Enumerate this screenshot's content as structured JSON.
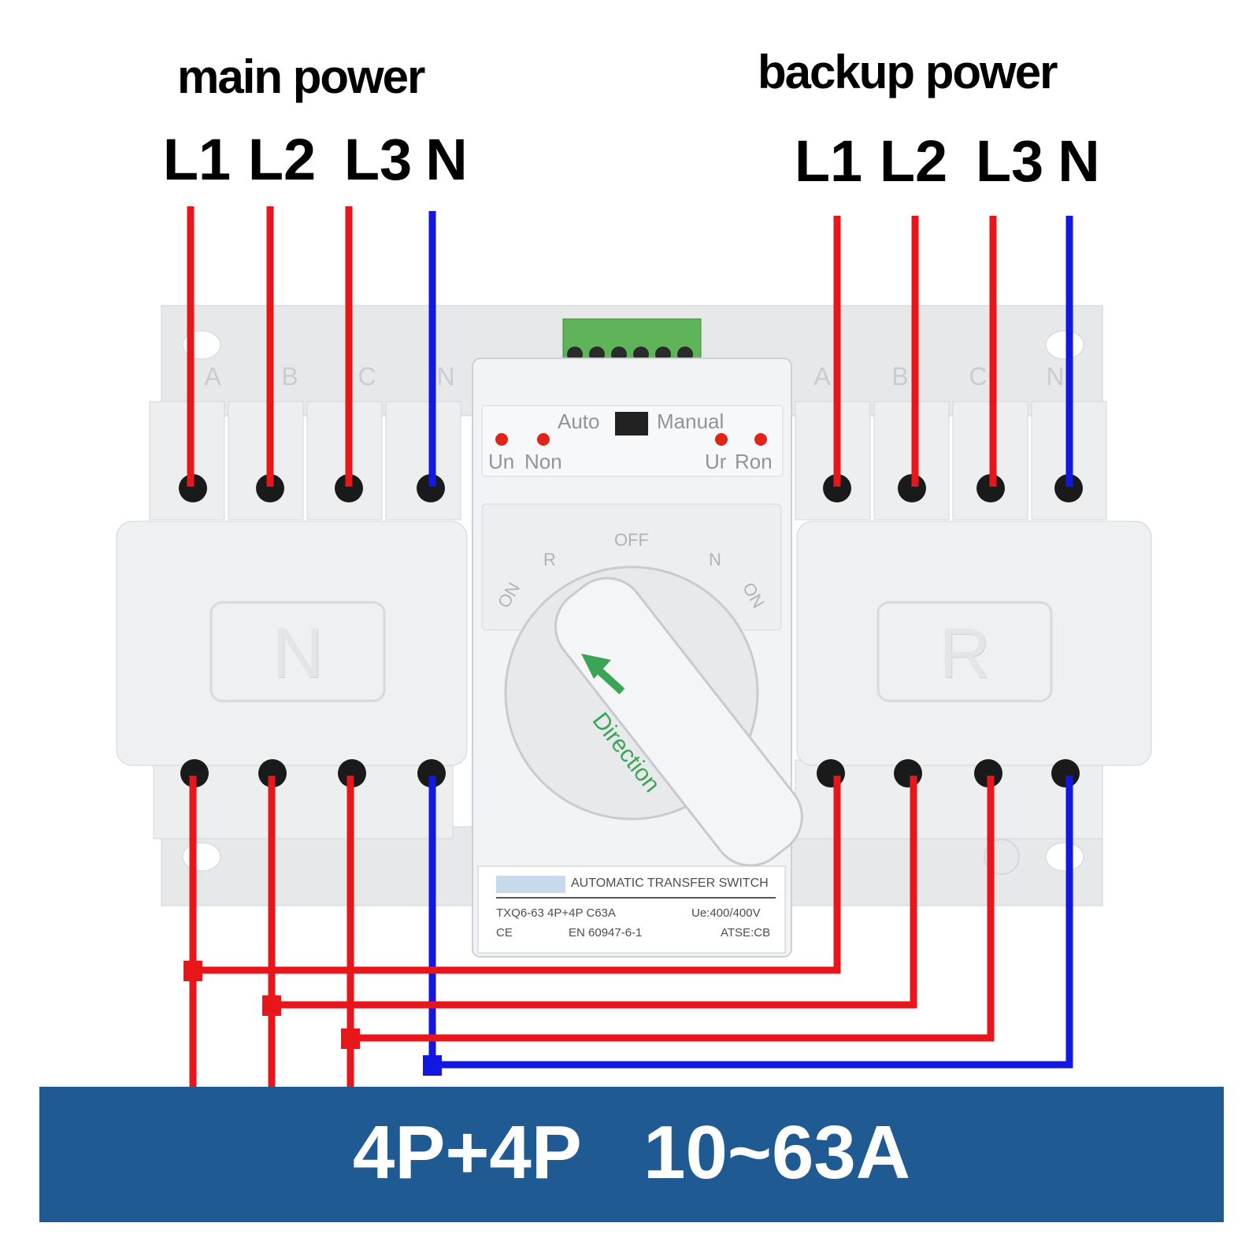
{
  "labels": {
    "main_power": "main power",
    "backup_power": "backup power",
    "main_terminals": [
      "L1",
      "L2",
      "L3",
      "N"
    ],
    "backup_terminals": [
      "L1",
      "L2",
      "L3",
      "N"
    ]
  },
  "device": {
    "phase_letters_left": [
      "A",
      "B",
      "C",
      "N"
    ],
    "phase_letters_right": [
      "A",
      "B",
      "C",
      "N"
    ],
    "mode_auto": "Auto",
    "mode_manual": "Manual",
    "led_labels": [
      "Un",
      "Non",
      "Ur",
      "Ron"
    ],
    "dial_labels": {
      "on_left": "ON",
      "r": "R",
      "off": "OFF",
      "n": "N",
      "on_right": "ON"
    },
    "handle_text": "Direction",
    "side_left": "N",
    "side_right": "R",
    "nameplate": {
      "title": "AUTOMATIC TRANSFER SWITCH",
      "model": "TXQ6-63 4P+4P C63A",
      "voltage": "Ue:400/400V",
      "ce": "CE",
      "standard": "EN 60947-6-1",
      "type": "ATSE:CB"
    }
  },
  "banner": {
    "text": "4P+4P   10~63A"
  },
  "colors": {
    "phase_wire": "#e8161a",
    "neutral_wire": "#1218e0",
    "banner_bg": "#1f5a92",
    "terminal_block": "#5fb45a",
    "arrow": "#3aa655"
  }
}
